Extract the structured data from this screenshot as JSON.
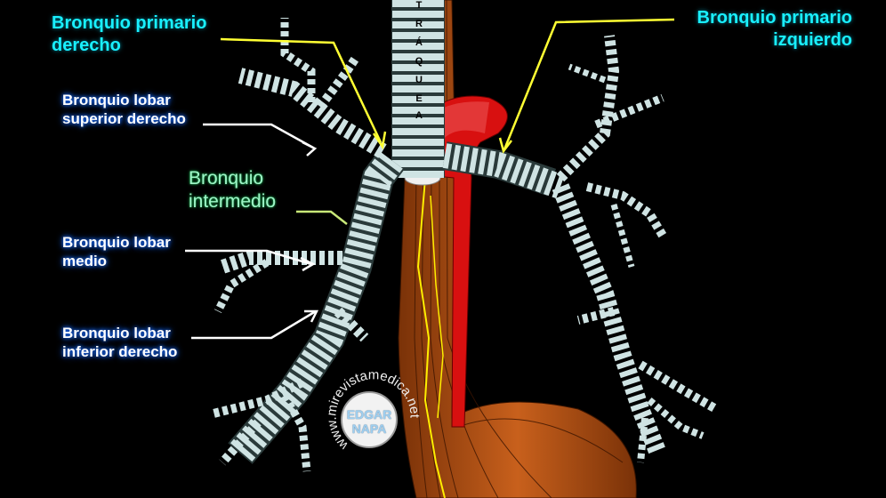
{
  "labels": {
    "right_primary": [
      "Bronquio primario",
      "derecho"
    ],
    "left_primary": [
      "Bronquio primario",
      "izquierdo"
    ],
    "right_upper_lobar": [
      "Bronquio lobar",
      "superior derecho"
    ],
    "intermediate": [
      "Bronquio",
      "intermedio"
    ],
    "middle_lobar": [
      "Bronquio lobar",
      "medio"
    ],
    "right_lower_lobar": [
      "Bronquio lobar",
      "inferior derecho"
    ]
  },
  "trachea_letters": [
    "T",
    "R",
    "Á",
    "Q",
    "U",
    "E",
    "A"
  ],
  "watermark": {
    "site": "www.mirevistamedica.net",
    "author": [
      "EDGAR",
      "NAPA"
    ]
  },
  "colors": {
    "cyan": "#19f0ff",
    "leader_yellow": "#ffff33",
    "aorta": "#e01010",
    "esophagus": "#b8561a"
  }
}
